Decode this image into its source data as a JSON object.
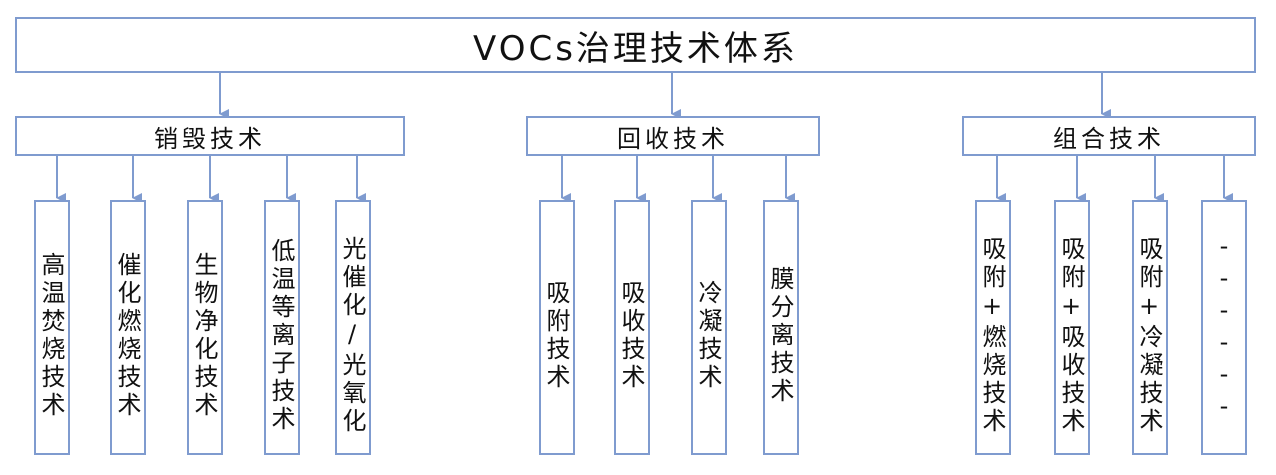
{
  "root": {
    "label": "VOCs治理技术体系"
  },
  "categories": [
    {
      "label": "销毁技术",
      "leaves": [
        "高温焚烧技术",
        "催化燃烧技术",
        "生物净化技术",
        "低温等离子技术",
        "光催化/光氧化"
      ]
    },
    {
      "label": "回收技术",
      "leaves": [
        "吸附技术",
        "吸收技术",
        "冷凝技术",
        "膜分离技术"
      ]
    },
    {
      "label": "组合技术",
      "leaves": [
        "吸附+燃烧技术",
        "吸附+吸收技术",
        "吸附+冷凝技术",
        "------"
      ]
    }
  ],
  "colors": {
    "line": "#7f9bcf",
    "text": "#111111"
  }
}
